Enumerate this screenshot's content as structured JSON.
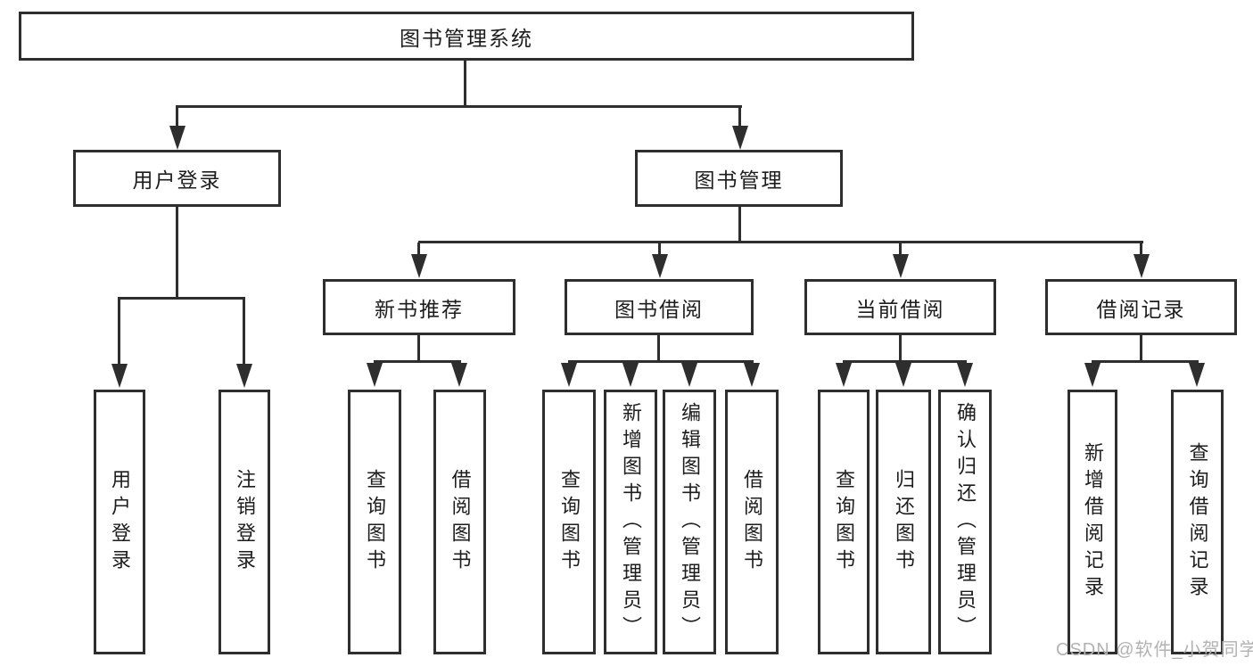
{
  "diagram": {
    "root": {
      "label": "图书管理系统"
    },
    "branches": [
      {
        "label": "用户登录",
        "children": [
          {
            "label": "用户登录"
          },
          {
            "label": "注销登录"
          }
        ]
      },
      {
        "label": "图书管理",
        "children": [
          {
            "label": "新书推荐",
            "children": [
              {
                "label": "查询图书"
              },
              {
                "label": "借阅图书"
              }
            ]
          },
          {
            "label": "图书借阅",
            "children": [
              {
                "label": "查询图书"
              },
              {
                "label": "新增图书（管理员）"
              },
              {
                "label": "编辑图书（管理员）"
              },
              {
                "label": "借阅图书"
              }
            ]
          },
          {
            "label": "当前借阅",
            "children": [
              {
                "label": "查询图书"
              },
              {
                "label": "归还图书"
              },
              {
                "label": "确认归还（管理员）"
              }
            ]
          },
          {
            "label": "借阅记录",
            "children": [
              {
                "label": "新增借阅记录"
              },
              {
                "label": "查询借阅记录"
              }
            ]
          }
        ]
      }
    ]
  },
  "watermark": {
    "text": "CSDN @软件_小贺同学"
  },
  "colors": {
    "line": "#2e2e2e",
    "text": "#1d1d1d",
    "watermark": "#b2b2b2",
    "background": "#ffffff"
  }
}
